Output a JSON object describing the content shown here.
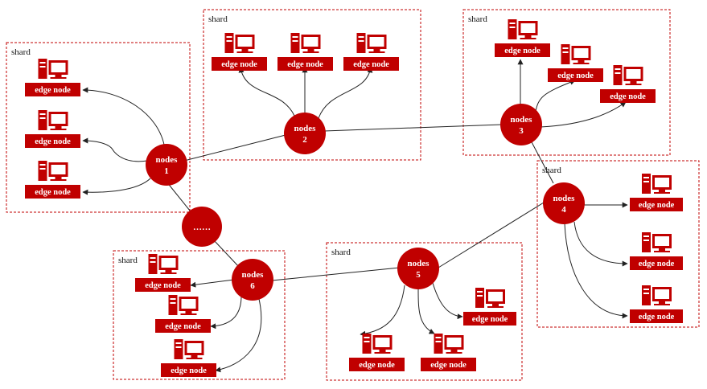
{
  "colors": {
    "accent": "#c00000",
    "border": "#c00000",
    "line": "#222222"
  },
  "shard_label": "shard",
  "edge_label": "edge node",
  "node_word": "nodes",
  "gap_label": "……",
  "node_numbers": [
    "1",
    "2",
    "3",
    "4",
    "5",
    "6"
  ],
  "icon": "computer-icon"
}
